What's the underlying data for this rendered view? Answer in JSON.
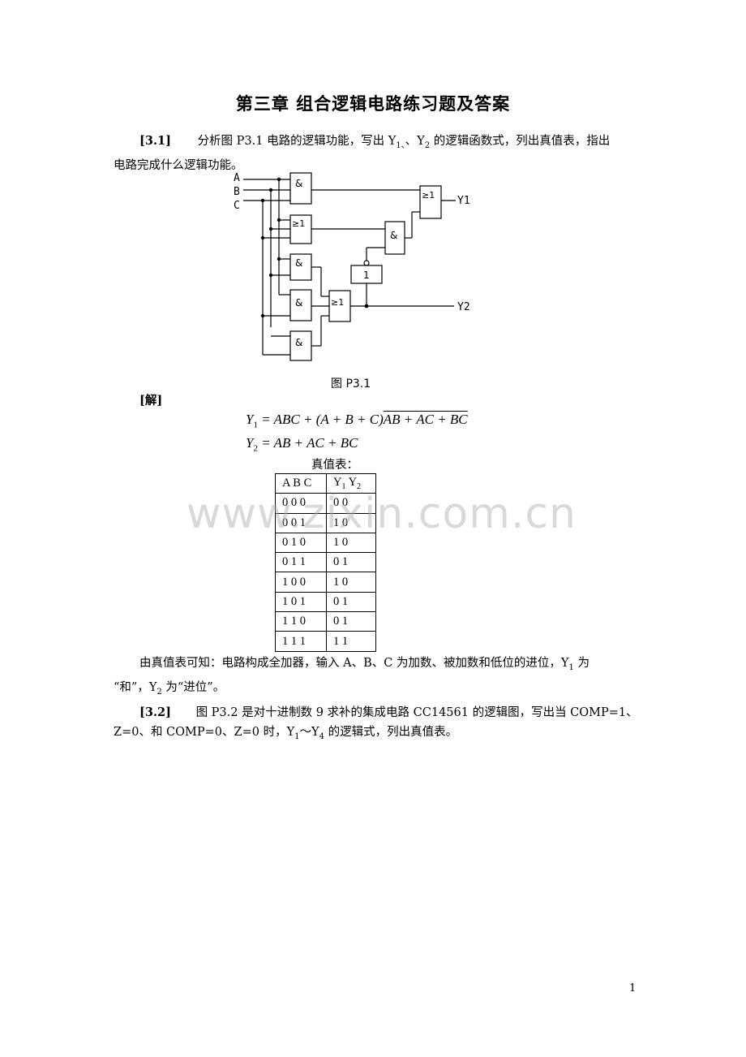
{
  "title": "第三章  组合逻辑电路练习题及答案",
  "problem1": {
    "number": "[3.1]",
    "text_a": "分析图 P3.1 电路的逻辑功能，写出 Y",
    "sub1": "1、",
    "text_b": "、Y",
    "sub2": "2",
    "text_c": " 的逻辑函数式，列出真值表，指出",
    "line2": "电路完成什么逻辑功能。"
  },
  "figure": {
    "input_a": "A",
    "input_b": "B",
    "input_c": "C",
    "gate_and": "&",
    "gate_or": "≥1",
    "gate_not": "1",
    "out_y1": "Y1",
    "out_y2": "Y2",
    "caption": "图 P3.1"
  },
  "solution": {
    "label": "[解]",
    "eq1": {
      "lhs": "Y",
      "sub": "1",
      "mid": " = ABC + (A + B + C)",
      "bar": "AB + AC + BC"
    },
    "eq2": {
      "lhs": "Y",
      "sub": "2",
      "rhs": " = AB + AC + BC"
    },
    "table_title": "真值表：",
    "table_header": {
      "inputs": "A B C",
      "y": "Y",
      "s1": "1",
      "sp": " Y",
      "s2": "2"
    },
    "table_rows": [
      [
        "0  0  0",
        "0   0"
      ],
      [
        "0  0  1",
        "1   0"
      ],
      [
        "0  1  0",
        "1   0"
      ],
      [
        "0  1  1",
        "0   1"
      ],
      [
        "1  0  0",
        "1   0"
      ],
      [
        "1  0  1",
        "0   1"
      ],
      [
        "1  1  0",
        "0   1"
      ],
      [
        "1  1  1",
        "1   1"
      ]
    ],
    "conclusion_a": "由真值表可知：电路构成全加器，输入 A、B、C 为加数、被加数和低位的进位，Y",
    "conclusion_sub1": "1",
    "conclusion_b": " 为",
    "conclusion_c": "“和”，Y",
    "conclusion_sub2": "2",
    "conclusion_d": " 为“进位”。"
  },
  "problem2": {
    "number": "[3.2]",
    "text_a": "图 P3.2 是对十进制数 9 求补的集成电路 CC14561 的逻辑图，写出当 COMP=1、",
    "text_b": "Z=0、和 COMP=0、Z=0 时，Y",
    "sub1": "1",
    "text_c": "～Y",
    "sub2": "4",
    "text_d": " 的逻辑式，列出真值表。"
  },
  "watermark": "www.zixin.com.cn",
  "page_number": "1"
}
